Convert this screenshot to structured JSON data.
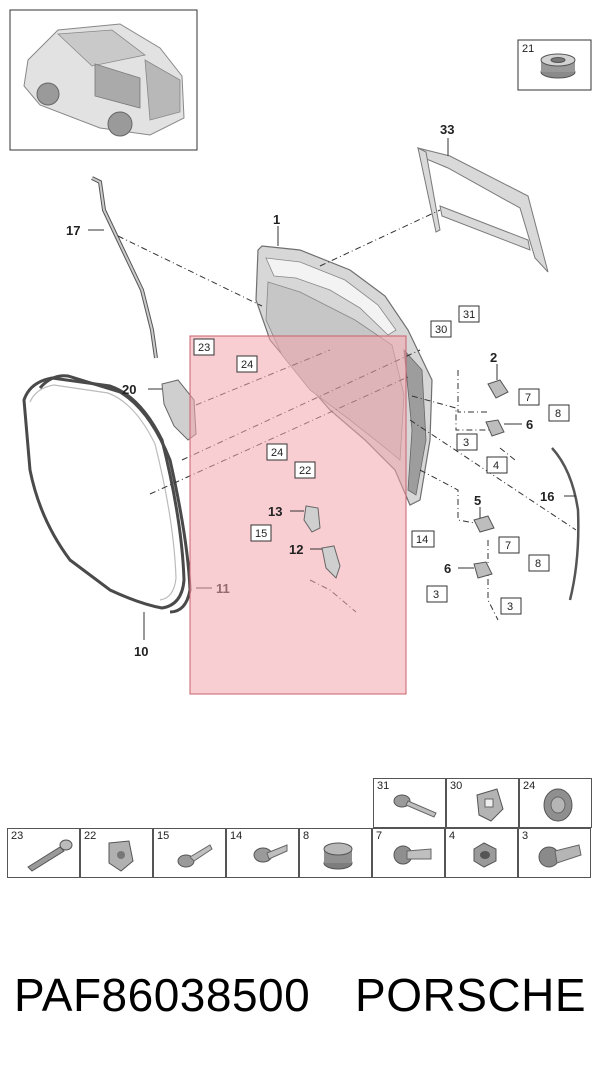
{
  "diagram": {
    "callouts": {
      "p1": "1",
      "p2": "2",
      "p5": "5",
      "p6a": "6",
      "p6b": "6",
      "p10": "10",
      "p11": "11",
      "p12": "12",
      "p13": "13",
      "p16": "16",
      "p17": "17",
      "p20": "20",
      "p33": "33"
    },
    "boxed": {
      "b21": "21",
      "b31": "31",
      "b30": "30",
      "b23": "23",
      "b24a": "24",
      "b24b": "24",
      "b22": "22",
      "b15": "15",
      "b7a": "7",
      "b8a": "8",
      "b3a": "3",
      "b4": "4",
      "b14": "14",
      "b7b": "7",
      "b8b": "8",
      "b3b": "3",
      "b3c": "3"
    },
    "highlight_color": "#f4a6ad"
  },
  "parts_table": {
    "top_row": [
      "31",
      "30",
      "24"
    ],
    "bottom_row": [
      "23",
      "22",
      "15",
      "14",
      "8",
      "7",
      "4",
      "3"
    ]
  },
  "footer": {
    "part_number": "PAF86038500",
    "brand": "PORSCHE"
  }
}
